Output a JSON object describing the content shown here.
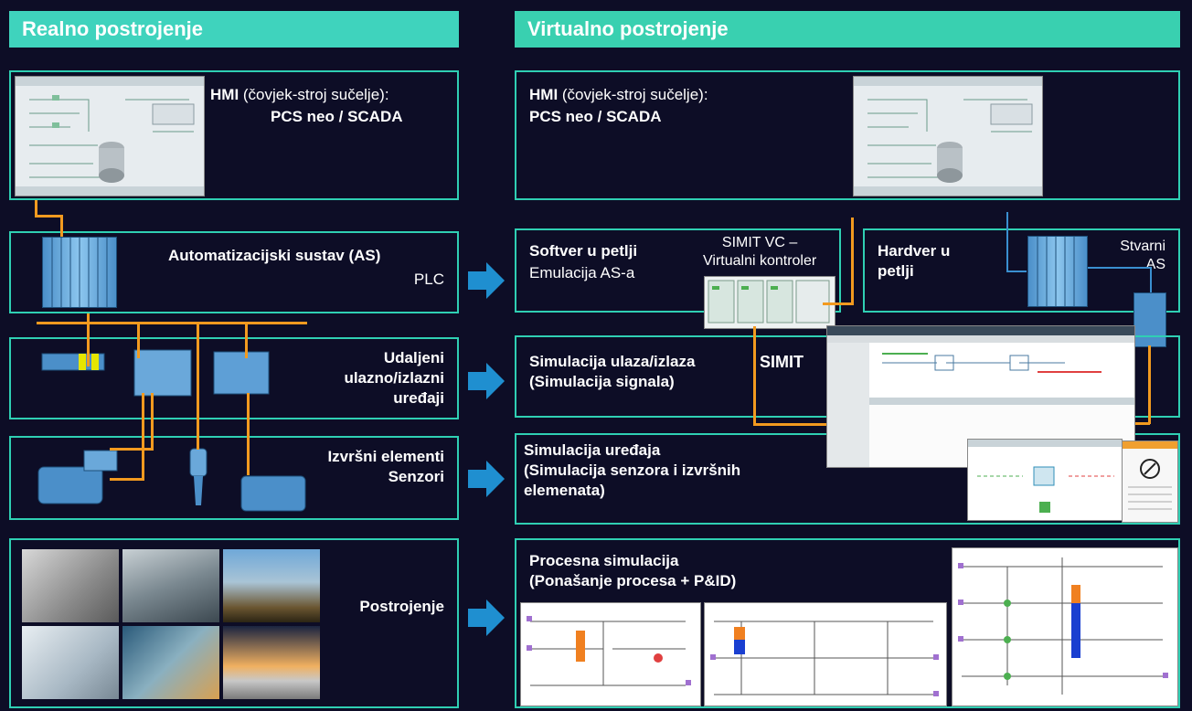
{
  "headers": {
    "left": "Realno postrojenje",
    "right": "Virtualno postrojenje"
  },
  "real": {
    "hmi_bold": "HMI",
    "hmi_rest": " (čovjek-stroj sučelje):",
    "hmi_sub": "PCS neo / SCADA",
    "as_title": "Automatizacijski sustav (AS)",
    "as_sub": "PLC",
    "io_lines": [
      "Udaljeni",
      "ulazno/izlazni",
      "uređaji"
    ],
    "actuators_lines": [
      "Izvršni elementi",
      "Senzori"
    ],
    "plant": "Postrojenje"
  },
  "virtual": {
    "hmi_bold": "HMI",
    "hmi_rest": " (čovjek-stroj sučelje):",
    "hmi_sub": "PCS neo / SCADA",
    "sil_title": "Softver u petlji",
    "sil_sub": "Emulacija AS-a",
    "simit_vc_lines": [
      "SIMIT VC –",
      "Virtualni kontroler"
    ],
    "hil_lines": [
      "Hardver u",
      "petlji"
    ],
    "real_as_lines": [
      "Stvarni",
      "AS"
    ],
    "io_sim_lines": [
      "Simulacija ulaza/izlaza",
      "(Simulacija signala)"
    ],
    "simit_label": "SIMIT",
    "device_sim_lines": [
      "Simulacija uređaja",
      "(Simulacija senzora i izvršnih",
      "elemenata)"
    ],
    "process_sim_lines": [
      "Procesna simulacija",
      "(Ponašanje procesa + P&ID)"
    ]
  },
  "colors": {
    "background": "#0d0d26",
    "header": "#3fd3bd",
    "frame": "#2fcfb3",
    "arrow": "#1f8fd0",
    "cable": "#f29a1f",
    "plc_blue": "#4b8fc9"
  }
}
